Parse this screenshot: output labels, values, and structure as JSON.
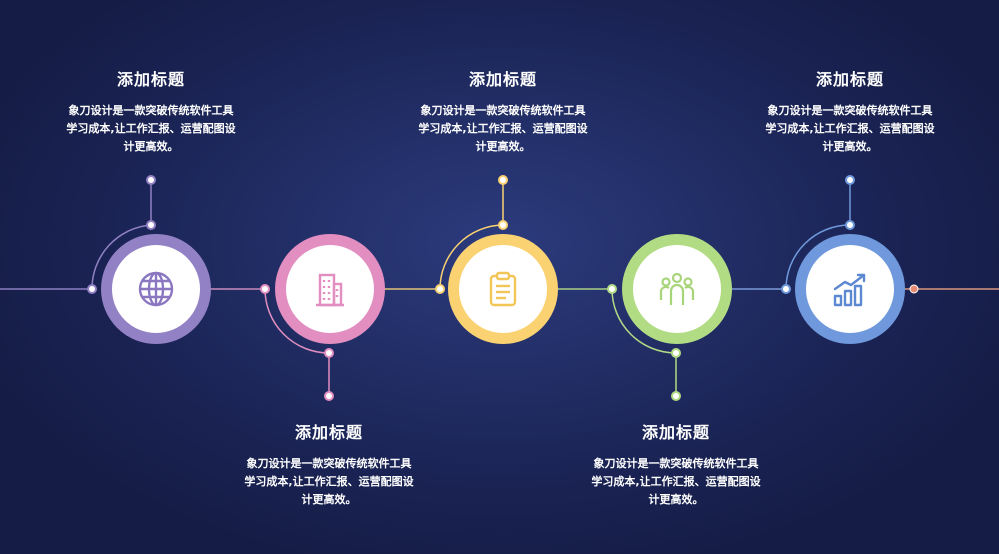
{
  "steps": [
    {
      "title": "添加标题",
      "description": "象刀设计是一款突破传统软件工具学习成本,让工作汇报、运营配图设计更高效。",
      "color": "#9281c4",
      "icon": "globe-icon"
    },
    {
      "title": "添加标题",
      "description": "象刀设计是一款突破传统软件工具学习成本,让工作汇报、运营配图设计更高效。",
      "color": "#e28ec0",
      "icon": "building-icon"
    },
    {
      "title": "添加标题",
      "description": "象刀设计是一款突破传统软件工具学习成本,让工作汇报、运营配图设计更高效。",
      "color": "#fad272",
      "icon": "clipboard-icon"
    },
    {
      "title": "添加标题",
      "description": "象刀设计是一款突破传统软件工具学习成本,让工作汇报、运营配图设计更高效。",
      "color": "#b2dc84",
      "icon": "team-icon"
    },
    {
      "title": "添加标题",
      "description": "象刀设计是一款突破传统软件工具学习成本,让工作汇报、运营配图设计更高效。",
      "color": "#6f99dc",
      "icon": "growth-chart-icon"
    }
  ],
  "accent": {
    "end_dot": "#e58a76",
    "line": "#6a6fa8"
  }
}
